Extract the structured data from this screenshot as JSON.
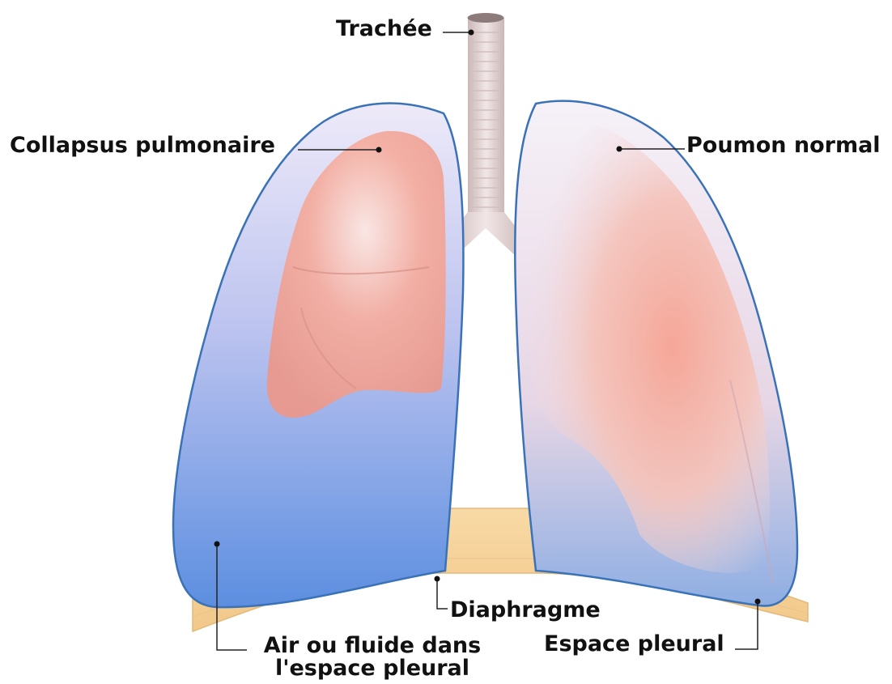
{
  "diagram": {
    "labels": {
      "trachea": "Trachée",
      "collapsed_lung": "Collapsus pulmonaire",
      "normal_lung": "Poumon normal",
      "diaphragm": "Diaphragme",
      "air_fluid_line1": "Air ou fluide dans",
      "air_fluid_line2": "l'espace pleural",
      "pleural_space": "Espace pleural"
    },
    "colors": {
      "lung_outline": "#3a72b8",
      "pleural_fluid": "#6f93e0",
      "lung_tissue": "#f1a08f",
      "diaphragm": "#f6d7a3",
      "trachea": "#e7d6d6",
      "label_text": "#111111"
    }
  }
}
